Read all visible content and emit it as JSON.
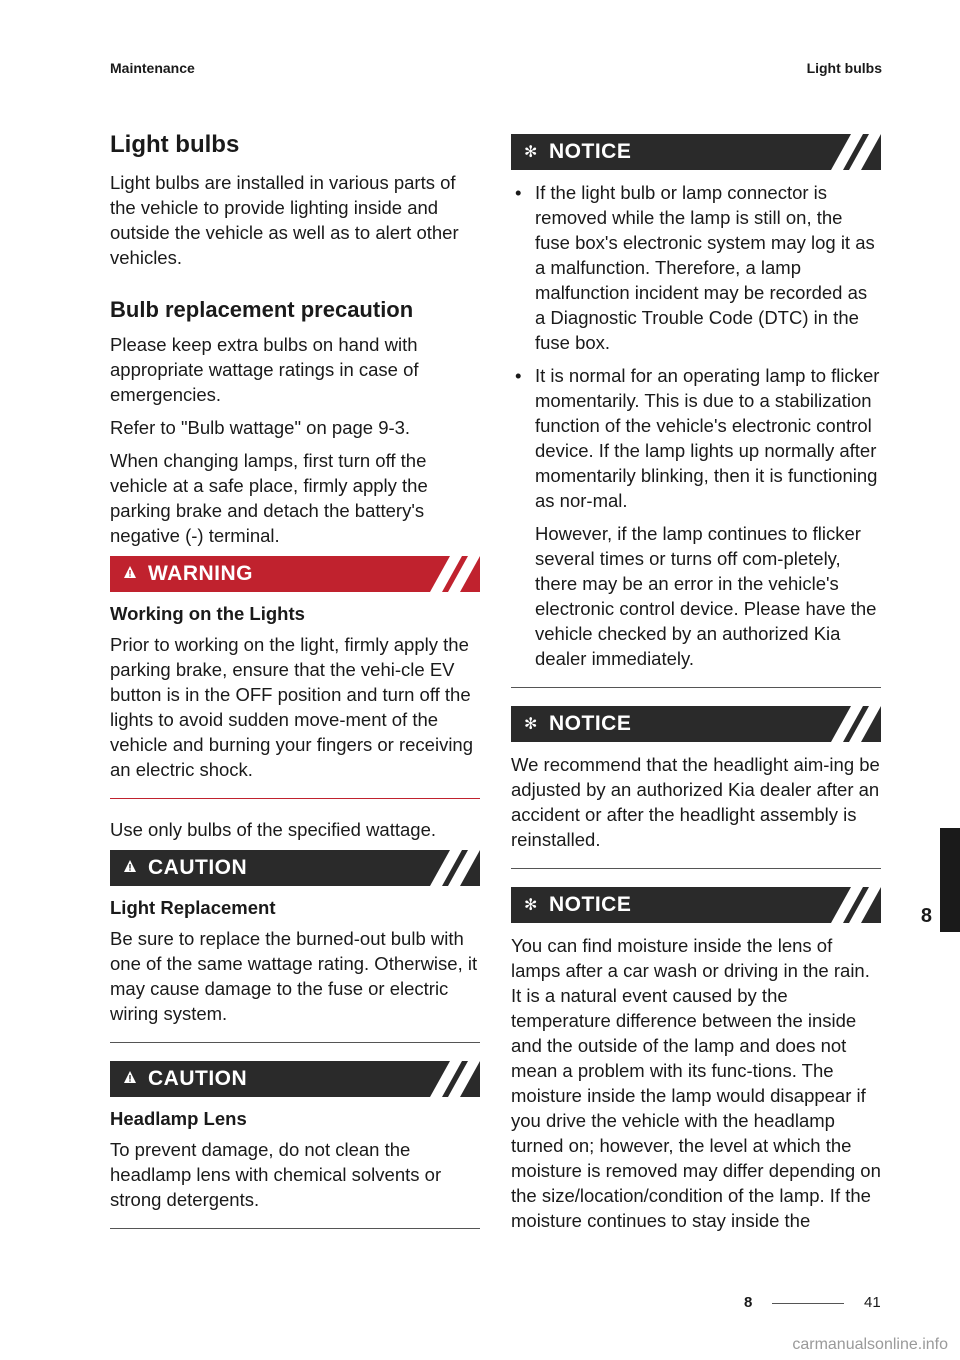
{
  "header": {
    "left": "Maintenance",
    "right": "Light bulbs"
  },
  "left": {
    "title": "Light bulbs",
    "intro": "Light bulbs are installed in various parts of the vehicle to provide lighting inside and outside the vehicle as well as to alert other vehicles.",
    "precaution_title": "Bulb replacement precaution",
    "p1": "Please keep extra bulbs on hand with appropriate wattage ratings in case of emergencies.",
    "p2": "Refer to \"Bulb wattage\" on page 9-3.",
    "p3": "When changing lamps, first turn off the vehicle at a safe place, firmly apply the parking brake and detach the battery's negative (-) terminal.",
    "warning": {
      "label": "WARNING",
      "subtitle": "Working on the Lights",
      "text": "Prior to working on the light, firmly apply the parking brake, ensure that the vehi-cle EV button is in the OFF position and turn off the lights to avoid sudden move-ment of the vehicle and burning your fingers or receiving an electric shock."
    },
    "wattage_note": "Use only bulbs of the specified wattage.",
    "caution1": {
      "label": "CAUTION",
      "subtitle": "Light Replacement",
      "text": "Be sure to replace the burned-out bulb with one of the same wattage rating. Otherwise, it may cause damage to the fuse or electric wiring system."
    },
    "caution2": {
      "label": "CAUTION",
      "subtitle": "Headlamp Lens",
      "text": "To prevent damage, do not clean the headlamp lens with chemical solvents or strong detergents."
    }
  },
  "right": {
    "notice1": {
      "label": "NOTICE",
      "bullets": [
        "If the light bulb or lamp connector is removed while the lamp is still on, the fuse box's electronic system may log it as a malfunction. Therefore, a lamp malfunction incident may be recorded as a Diagnostic Trouble Code (DTC) in the fuse box.",
        "It is normal for an operating lamp to flicker momentarily. This is due to a stabilization function of the vehicle's electronic control device. If the lamp lights up normally after momentarily blinking, then it is functioning as nor-mal."
      ],
      "followup": "However, if the lamp continues to flicker several times or turns off com-pletely, there may be an error in the vehicle's electronic control device. Please have the vehicle checked by an authorized Kia dealer immediately."
    },
    "notice2": {
      "label": "NOTICE",
      "text": "We recommend that the headlight aim-ing be adjusted by an authorized Kia dealer after an accident or after the headlight assembly is reinstalled."
    },
    "notice3": {
      "label": "NOTICE",
      "text": "You can find moisture inside the lens of lamps after a car wash or driving in the rain. It is a natural event caused by the temperature difference between the inside and the outside of the lamp and does not mean a problem with its func-tions. The moisture inside the lamp would disappear if you drive the vehicle with the headlamp turned on; however, the level at which the moisture is removed may differ depending on the size/location/condition of the lamp. If the moisture continues to stay inside the"
    }
  },
  "tab": {
    "label": "8"
  },
  "footer": {
    "section": "8",
    "page": "41"
  },
  "watermark": "carmanualsonline.info",
  "icons": {
    "warning": "warning-triangle-icon",
    "notice": "asterisk-icon"
  },
  "colors": {
    "warning": "#c0222e",
    "dark_bar": "#2a2a2a"
  }
}
